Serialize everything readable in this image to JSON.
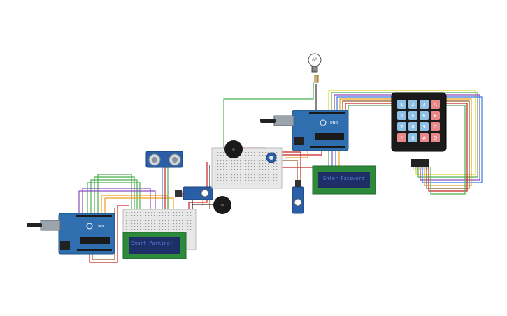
{
  "lcd_left": {
    "text": "Smart Parking!"
  },
  "lcd_right": {
    "text": "Enter Password"
  },
  "arduino_left": {
    "label": "UNO"
  },
  "arduino_right": {
    "label": "UNO"
  },
  "keypad": {
    "keys": [
      "1",
      "2",
      "3",
      "A",
      "4",
      "5",
      "6",
      "B",
      "7",
      "8",
      "9",
      "C",
      "*",
      "0",
      "#",
      "D"
    ]
  },
  "colors": {
    "board": "#2f6fb0",
    "lcd_frame": "#2d8a3a",
    "lcd_screen": "#1d2f66",
    "breadboard": "#e8e8e8",
    "keypad_body": "#1a1a1a",
    "key_blue": "#8ec0e6",
    "key_red": "#e88888",
    "wire_red": "#cc2222",
    "wire_green": "#4caf50",
    "wire_orange": "#f0a020",
    "wire_purple": "#8a4fc0",
    "wire_blue": "#3a7be0",
    "wire_brown": "#8b5a2b",
    "wire_yellow": "#e8d020"
  }
}
